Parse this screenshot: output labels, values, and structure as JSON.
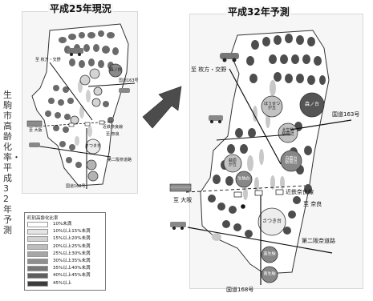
{
  "left_map": {
    "title": "平成25年現況",
    "labels": {
      "hirakata": "至 枚方・交野",
      "osaka": "至 大阪",
      "kokudo163": "国道163号",
      "kintetsu": "近鉄奈良線",
      "nara": "至 奈良",
      "daini": "第二阪奈道路",
      "kokudo168": "国道168号"
    },
    "circle_labels": [
      "森ノ台",
      "さつき台"
    ]
  },
  "right_map": {
    "title": "平成32年予測",
    "labels": {
      "hirakata": "至 枚方・交野",
      "osaka": "至 大阪",
      "kokudo163": "国道163号",
      "kintetsu": "近鉄奈良線",
      "nara": "至 奈良",
      "daini": "第二阪奈道路",
      "kokudo168": "国道168号"
    },
    "circle_labels": [
      "ほうせつ\nが丘",
      "森ノ台",
      "北生駒\n駅周辺",
      "白庭台\n駅周辺",
      "萩原\nが丘",
      "生駒台",
      "さつき台",
      "東生駒",
      "南生駒"
    ]
  },
  "side_text": "生駒市高齢化率・平成32年予測",
  "legend": {
    "title": "町別高齢化比率",
    "items": [
      {
        "label": "10%未満",
        "color": "#ffffff"
      },
      {
        "label": "10%以上15%未満",
        "color": "#e4e4e4"
      },
      {
        "label": "15%以上20%未満",
        "color": "#d2d2d2"
      },
      {
        "label": "20%以上25%未満",
        "color": "#bdbdbd"
      },
      {
        "label": "25%以上30%未満",
        "color": "#a6a6a6"
      },
      {
        "label": "30%以上35%未満",
        "color": "#8e8e8e"
      },
      {
        "label": "35%以上40%未満",
        "color": "#777777"
      },
      {
        "label": "40%以上45%未満",
        "color": "#5e5e5e"
      },
      {
        "label": "45%以上",
        "color": "#3c3c3c"
      }
    ]
  }
}
